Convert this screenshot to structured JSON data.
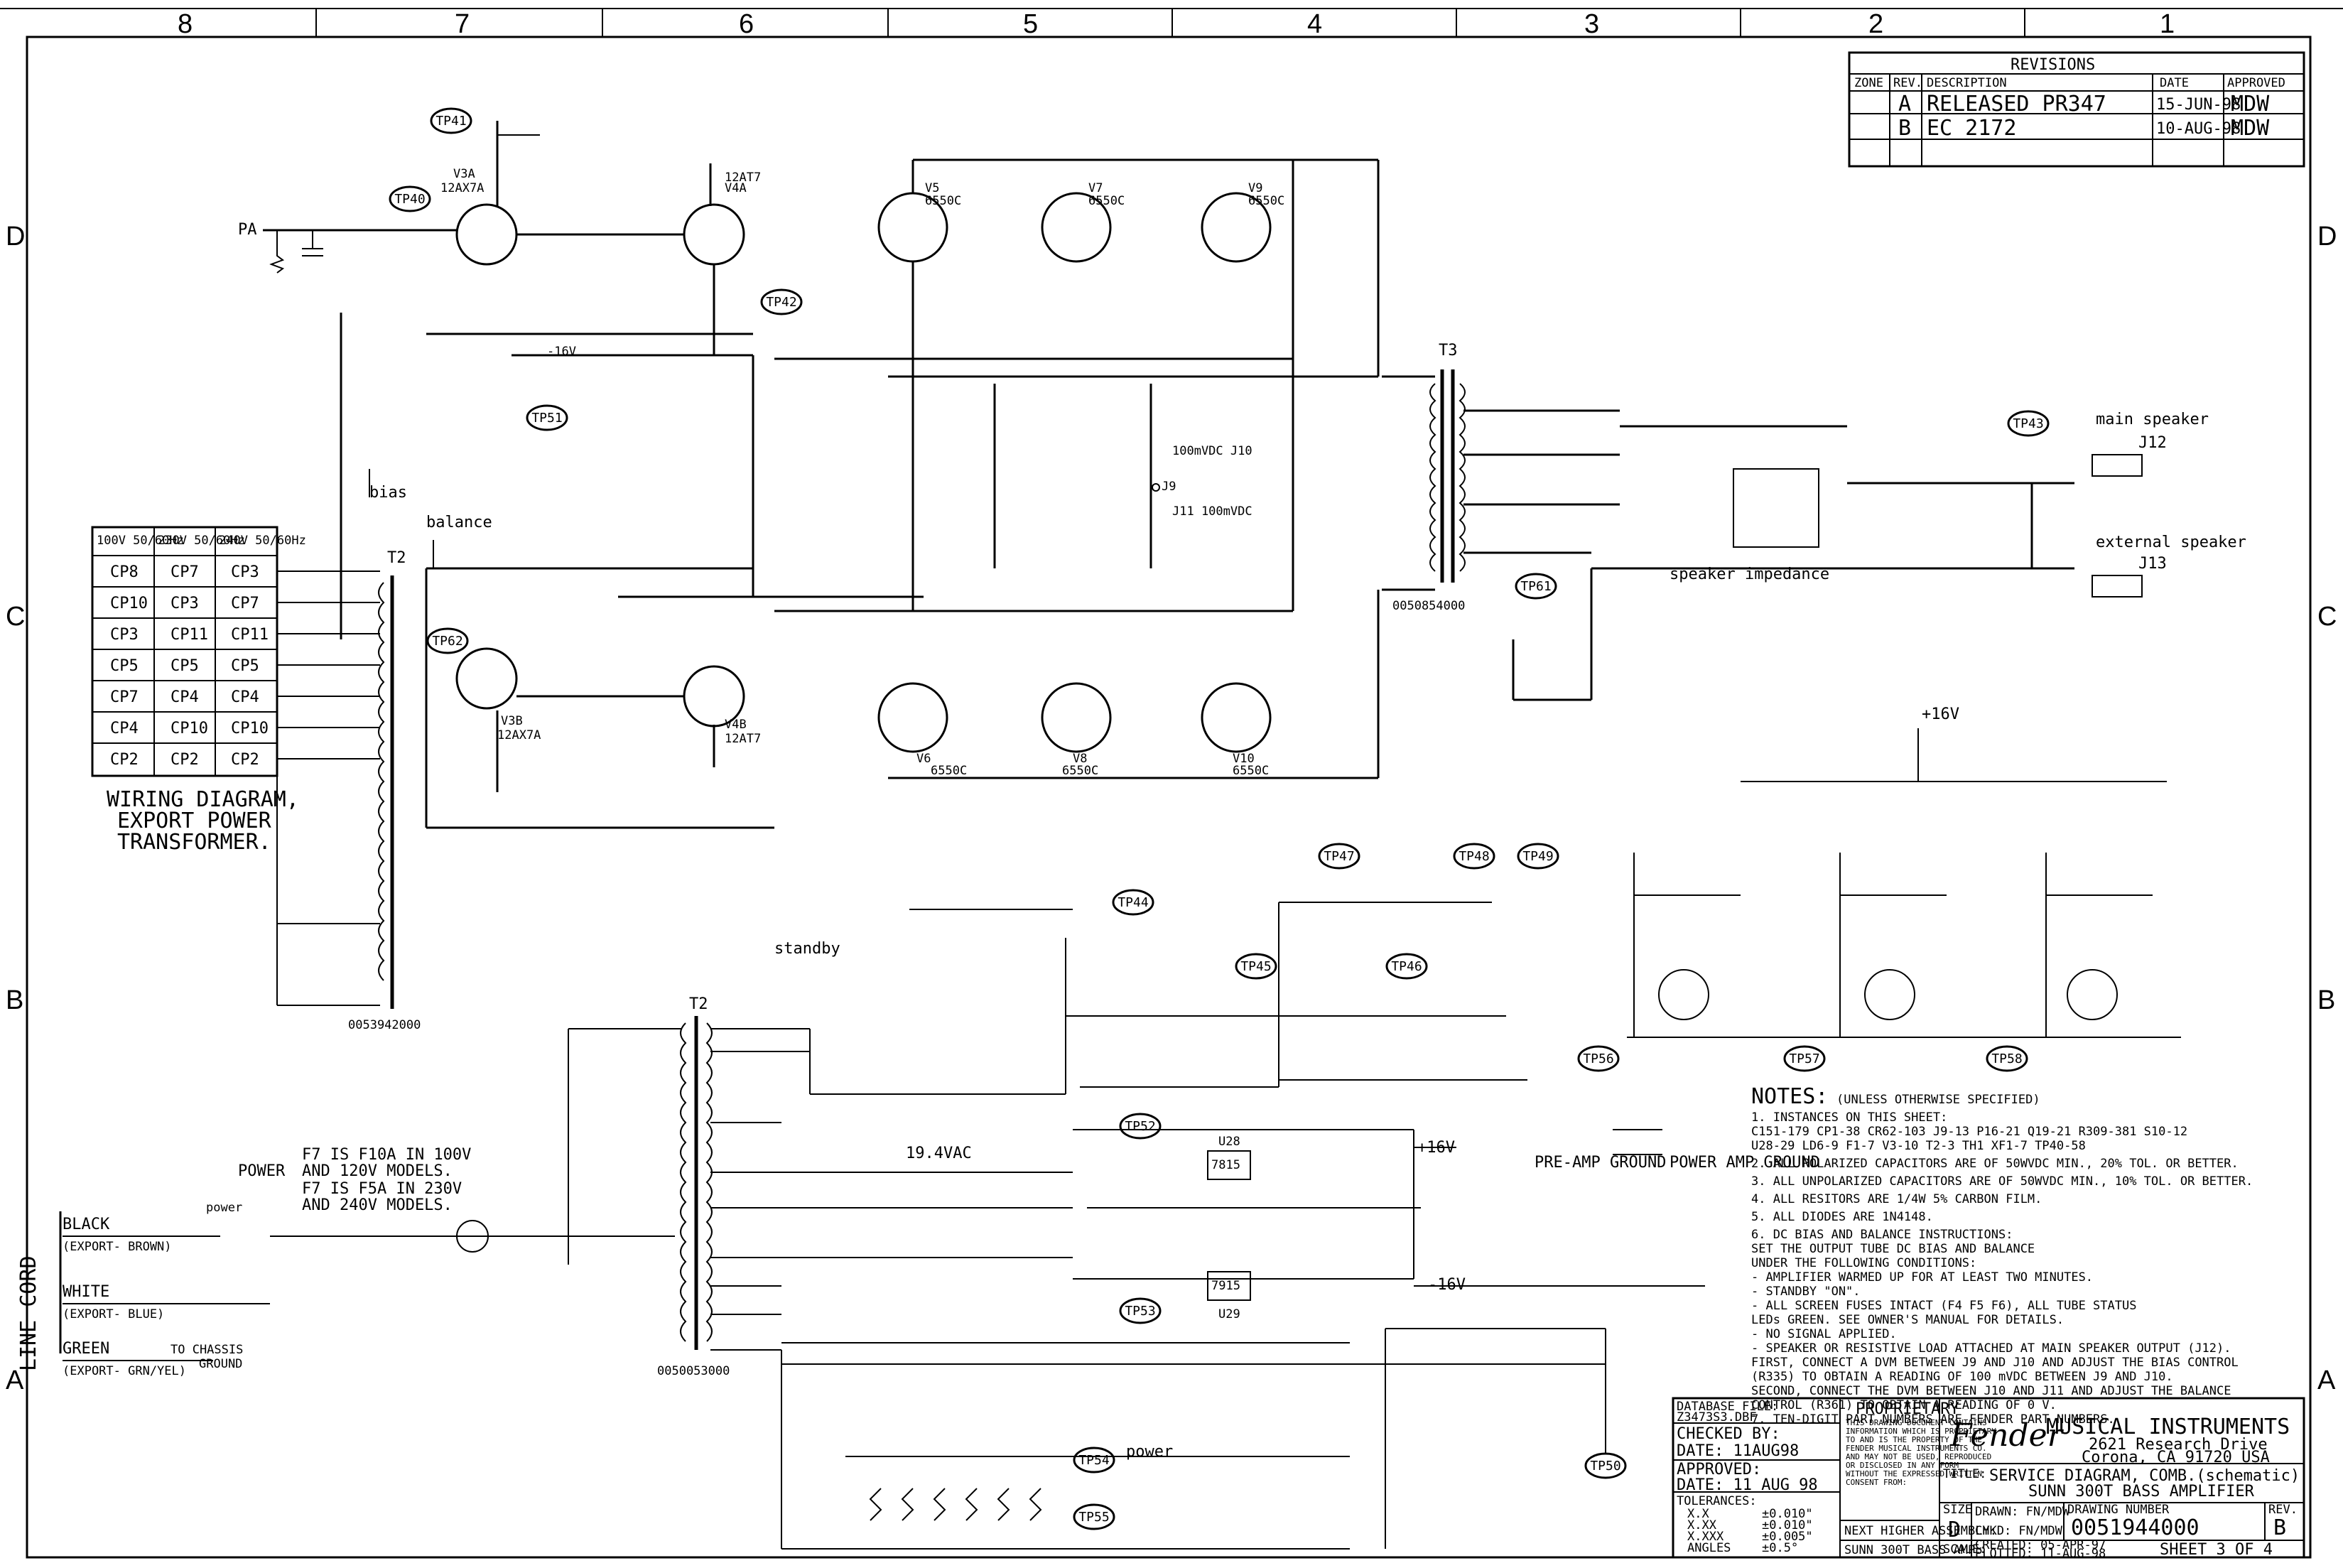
{
  "zones_top": [
    "8",
    "7",
    "6",
    "5",
    "4",
    "3",
    "2",
    "1"
  ],
  "zones_side": [
    "D",
    "C",
    "B",
    "A"
  ],
  "revisions": {
    "title": "REVISIONS",
    "headers": [
      "ZONE",
      "REV.",
      "DESCRIPTION",
      "DATE",
      "APPROVED"
    ],
    "rows": [
      {
        "zone": "",
        "rev": "A",
        "desc": "RELEASED PR347",
        "date": "15-JUN-98",
        "approved": "MDW"
      },
      {
        "zone": "",
        "rev": "B",
        "desc": "EC 2172",
        "date": "10-AUG-98",
        "approved": "MDW"
      }
    ]
  },
  "wiring_table": {
    "headers": [
      "100V 50/60Hz",
      "230V 50/60Hz",
      "240V 50/60Hz"
    ],
    "rows": [
      [
        "CP8",
        "CP7",
        "CP3"
      ],
      [
        "CP10",
        "CP3",
        "CP7"
      ],
      [
        "CP3",
        "CP11",
        "CP11"
      ],
      [
        "CP5",
        "CP5",
        "CP5"
      ],
      [
        "CP7",
        "CP4",
        "CP4"
      ],
      [
        "CP4",
        "CP10",
        "CP10"
      ],
      [
        "CP2",
        "CP2",
        "CP2"
      ]
    ],
    "caption": [
      "WIRING DIAGRAM,",
      "EXPORT POWER",
      "TRANSFORMER."
    ]
  },
  "tubes": [
    {
      "ref": "V3A",
      "type": "12AX7A"
    },
    {
      "ref": "V4A",
      "type": "12AT7"
    },
    {
      "ref": "V3B",
      "type": "12AX7A"
    },
    {
      "ref": "V4B",
      "type": "12AT7"
    },
    {
      "ref": "V5",
      "type": "6550C"
    },
    {
      "ref": "V7",
      "type": "6550C"
    },
    {
      "ref": "V9",
      "type": "6550C"
    },
    {
      "ref": "V6",
      "type": "6550C"
    },
    {
      "ref": "V8",
      "type": "6550C"
    },
    {
      "ref": "V10",
      "type": "6550C"
    }
  ],
  "test_points": [
    "TP41",
    "TP40",
    "TP42",
    "TP51",
    "TP62",
    "TP43",
    "TP61",
    "TP44",
    "TP45",
    "TP46",
    "TP47",
    "TP48",
    "TP49",
    "TP52",
    "TP53",
    "TP54",
    "TP55",
    "TP56",
    "TP57",
    "TP58",
    "TP50"
  ],
  "labels": {
    "pa": "PA",
    "bias": "bias",
    "balance": "balance",
    "standby": "standby",
    "power": "POWER",
    "power_sw": "power",
    "line_cord": "LINE CORD",
    "black": "BLACK",
    "black_export": "(EXPORT- BROWN)",
    "white": "WHITE",
    "white_export": "(EXPORT- BLUE)",
    "green": "GREEN",
    "green_export": "(EXPORT- GRN/YEL)",
    "to_chassis": "TO CHASSIS",
    "ground": "GROUND",
    "f7_note1": "F7 IS F10A IN 100V",
    "f7_note1b": "AND 120V MODELS.",
    "f7_note2": "F7 IS F5A IN 230V",
    "f7_note2b": "AND 240V MODELS.",
    "main_speaker": "main speaker",
    "external_speaker": "external speaker",
    "speaker_impedance": "speaker impedance",
    "t2_part": "0050053000",
    "t2_export_part": "0053942000",
    "t3_part": "0050854000",
    "pre_amp_ground": "PRE-AMP GROUND",
    "power_amp_ground": "POWER AMP GROUND",
    "plus16": "+16V",
    "minus16": "-16V",
    "vac": "19.4VAC",
    "j9": "J9",
    "j10": "100mVDC J10",
    "j11": "J11 100mVDC",
    "j12": "J12",
    "j13": "J13"
  },
  "notes": {
    "heading": "NOTES:",
    "heading_sub": "(UNLESS OTHERWISE SPECIFIED)",
    "lines": [
      "1. INSTANCES ON THIS SHEET:",
      "   C151-179 CP1-38 CR62-103 J9-13 P16-21 Q19-21 R309-381 S10-12",
      "   U28-29 LD6-9 F1-7 V3-10 T2-3 TH1 XF1-7 TP40-58",
      "2. ALL POLARIZED CAPACITORS ARE OF 50WVDC MIN., 20% TOL. OR BETTER.",
      "3. ALL UNPOLARIZED CAPACITORS ARE OF 50WVDC MIN., 10% TOL. OR BETTER.",
      "4. ALL RESITORS ARE 1/4W 5% CARBON FILM.",
      "5. ALL DIODES ARE 1N4148.",
      "6. DC BIAS AND BALANCE INSTRUCTIONS:",
      "   SET THE OUTPUT TUBE DC BIAS AND BALANCE",
      "   UNDER THE FOLLOWING CONDITIONS:",
      "   - AMPLIFIER WARMED UP FOR AT LEAST TWO MINUTES.",
      "   - STANDBY \"ON\".",
      "   - ALL SCREEN FUSES INTACT (F4 F5 F6), ALL TUBE STATUS",
      "     LEDs GREEN. SEE OWNER'S MANUAL FOR DETAILS.",
      "   - NO SIGNAL APPLIED.",
      "   - SPEAKER OR RESISTIVE LOAD ATTACHED AT MAIN SPEAKER OUTPUT (J12).",
      "   FIRST, CONNECT A DVM BETWEEN J9 AND J10 AND ADJUST THE BIAS CONTROL",
      "   (R335) TO OBTAIN A READING OF 100 mVDC BETWEEN J9 AND J10.",
      "   SECOND, CONNECT THE DVM BETWEEN J10 AND J11 AND ADJUST THE BALANCE",
      "   CONTROL (R361) TO OBTAIN A READING OF 0 V.",
      "7. TEN-DIGIT PART NUMBERS ARE FENDER PART NUMBERS."
    ]
  },
  "title_block": {
    "database_file_label": "DATABASE FILE:",
    "database_file": "Z3473S3.DBF",
    "checked_by": "CHECKED BY:",
    "date1": "DATE: 11AUG98",
    "approved": "APPROVED:",
    "date2": "DATE: 11 AUG 98",
    "tolerances": "TOLERANCES:",
    "tol_rows": [
      [
        "X.X",
        "±0.010\""
      ],
      [
        "X.XX",
        "±0.010\""
      ],
      [
        "X.XXX",
        "±0.005\""
      ],
      [
        "ANGLES",
        "±0.5°"
      ]
    ],
    "proprietary": "PROPRIETARY",
    "prop_text": [
      "THIS DRAWING DOCUMENT CONTAINS",
      "INFORMATION WHICH IS PROPRIETARY",
      "TO AND IS THE PROPERTY OF THE",
      "FENDER MUSICAL INSTRUMENTS CO.",
      "AND MAY NOT BE USED, REPRODUCED",
      "OR DISCLOSED IN ANY FORM",
      "WITHOUT THE EXPRESSED WRITTEN",
      "CONSENT FROM:"
    ],
    "next_assy": "NEXT HIGHER ASSEMBLY:",
    "next_assy_val": "SUNN 300T BASS AMP.",
    "brand": "Fender",
    "company": "MUSICAL INSTRUMENTS",
    "address1": "2621 Research Drive",
    "address2": "Corona, CA 91720 USA",
    "title_label": "TITLE:",
    "title1": "SERVICE DIAGRAM, COMB.(schematic)",
    "title2": "SUNN 300T BASS AMPLIFIER",
    "size_label": "SIZE",
    "size": "D",
    "drawn": "DRAWN: FN/MDW",
    "chkd": "CHKD: FN/MDW",
    "drawing_number_label": "DRAWING NUMBER",
    "drawing_number": "0051944000",
    "rev_label": "REV.",
    "rev": "B",
    "scale": "SCALE:",
    "created": "CREATED: 05-APR-97",
    "plotted": "PLOTTED: 11-AUG-98",
    "sheet": "SHEET 3 OF 4"
  }
}
